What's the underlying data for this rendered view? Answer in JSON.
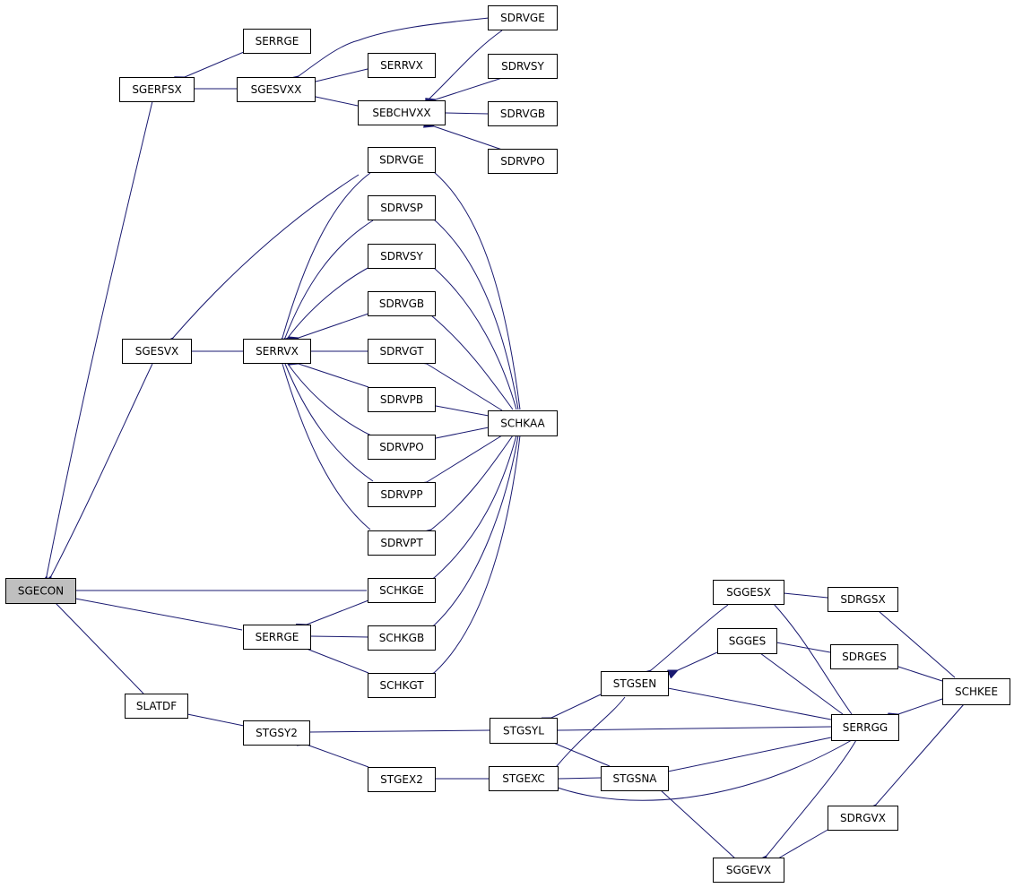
{
  "colors": {
    "edge": "#191970",
    "node_fill": "#ffffff",
    "root_fill": "#bfbfbf",
    "node_border": "#000000"
  },
  "nodes": [
    {
      "id": "sgecon",
      "label": "SGECON",
      "root": true
    },
    {
      "id": "sgerfsx",
      "label": "SGERFSX"
    },
    {
      "id": "sgesvx",
      "label": "SGESVX"
    },
    {
      "id": "slatdf",
      "label": "SLATDF"
    },
    {
      "id": "serrge_top",
      "label": "SERRGE"
    },
    {
      "id": "sgesvxx",
      "label": "SGESVXX"
    },
    {
      "id": "serrvx_top",
      "label": "SERRVX"
    },
    {
      "id": "sebchvxx",
      "label": "SEBCHVXX"
    },
    {
      "id": "sdrvge_top",
      "label": "SDRVGE"
    },
    {
      "id": "sdrvsy_top",
      "label": "SDRVSY"
    },
    {
      "id": "sdrvgb_top",
      "label": "SDRVGB"
    },
    {
      "id": "sdrvpo_top",
      "label": "SDRVPO"
    },
    {
      "id": "serrvx",
      "label": "SERRVX"
    },
    {
      "id": "sdrvge",
      "label": "SDRVGE"
    },
    {
      "id": "sdrvsp",
      "label": "SDRVSP"
    },
    {
      "id": "sdrvsy",
      "label": "SDRVSY"
    },
    {
      "id": "sdrvgb",
      "label": "SDRVGB"
    },
    {
      "id": "sdrvgt",
      "label": "SDRVGT"
    },
    {
      "id": "sdrvpb",
      "label": "SDRVPB"
    },
    {
      "id": "sdrvpo",
      "label": "SDRVPO"
    },
    {
      "id": "sdrvpp",
      "label": "SDRVPP"
    },
    {
      "id": "sdrvpt",
      "label": "SDRVPT"
    },
    {
      "id": "schkaa",
      "label": "SCHKAA"
    },
    {
      "id": "schkge",
      "label": "SCHKGE"
    },
    {
      "id": "serrge",
      "label": "SERRGE"
    },
    {
      "id": "schkgb",
      "label": "SCHKGB"
    },
    {
      "id": "schkgt",
      "label": "SCHKGT"
    },
    {
      "id": "stgsy2",
      "label": "STGSY2"
    },
    {
      "id": "stgex2",
      "label": "STGEX2"
    },
    {
      "id": "stgsyl",
      "label": "STGSYL"
    },
    {
      "id": "stgexc",
      "label": "STGEXC"
    },
    {
      "id": "stgsen",
      "label": "STGSEN"
    },
    {
      "id": "stgsna",
      "label": "STGSNA"
    },
    {
      "id": "sggesx",
      "label": "SGGESX"
    },
    {
      "id": "sgges",
      "label": "SGGES"
    },
    {
      "id": "sggevx",
      "label": "SGGEVX"
    },
    {
      "id": "sdrgsx",
      "label": "SDRGSX"
    },
    {
      "id": "sdrges",
      "label": "SDRGES"
    },
    {
      "id": "serrgg",
      "label": "SERRGG"
    },
    {
      "id": "sdrgvx",
      "label": "SDRGVX"
    },
    {
      "id": "schkee",
      "label": "SCHKEE"
    }
  ]
}
